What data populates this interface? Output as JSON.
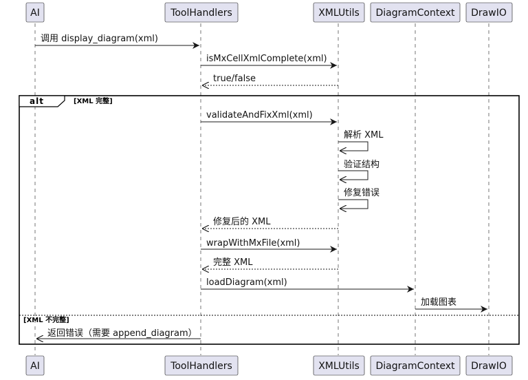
{
  "participants": [
    {
      "id": "ai",
      "label": "AI"
    },
    {
      "id": "tool",
      "label": "ToolHandlers"
    },
    {
      "id": "xml",
      "label": "XMLUtils"
    },
    {
      "id": "ctx",
      "label": "DiagramContext"
    },
    {
      "id": "drawio",
      "label": "DrawIO"
    }
  ],
  "messages": [
    {
      "from": "ai",
      "to": "tool",
      "label": "调用 display_diagram(xml)",
      "style": "solid"
    },
    {
      "from": "tool",
      "to": "xml",
      "label": "isMxCellXmlComplete(xml)",
      "style": "solid"
    },
    {
      "from": "xml",
      "to": "tool",
      "label": "true/false",
      "style": "dashed"
    },
    {
      "from": "tool",
      "to": "xml",
      "label": "validateAndFixXml(xml)",
      "style": "solid"
    },
    {
      "from": "xml",
      "to": "xml",
      "label": "解析 XML",
      "style": "self"
    },
    {
      "from": "xml",
      "to": "xml",
      "label": "验证结构",
      "style": "self"
    },
    {
      "from": "xml",
      "to": "xml",
      "label": "修复错误",
      "style": "self"
    },
    {
      "from": "xml",
      "to": "tool",
      "label": "修复后的 XML",
      "style": "dashed"
    },
    {
      "from": "tool",
      "to": "xml",
      "label": "wrapWithMxFile(xml)",
      "style": "solid"
    },
    {
      "from": "xml",
      "to": "tool",
      "label": "完整 XML",
      "style": "dashed"
    },
    {
      "from": "tool",
      "to": "ctx",
      "label": "loadDiagram(xml)",
      "style": "solid"
    },
    {
      "from": "ctx",
      "to": "drawio",
      "label": "加载图表",
      "style": "solid"
    },
    {
      "from": "tool",
      "to": "ai",
      "label": "返回错误（需要 append_diagram）",
      "style": "solid"
    }
  ],
  "fragment": {
    "keyword": "alt",
    "guard1": "[XML 完整]",
    "guard2": "[XML 不完整]"
  }
}
